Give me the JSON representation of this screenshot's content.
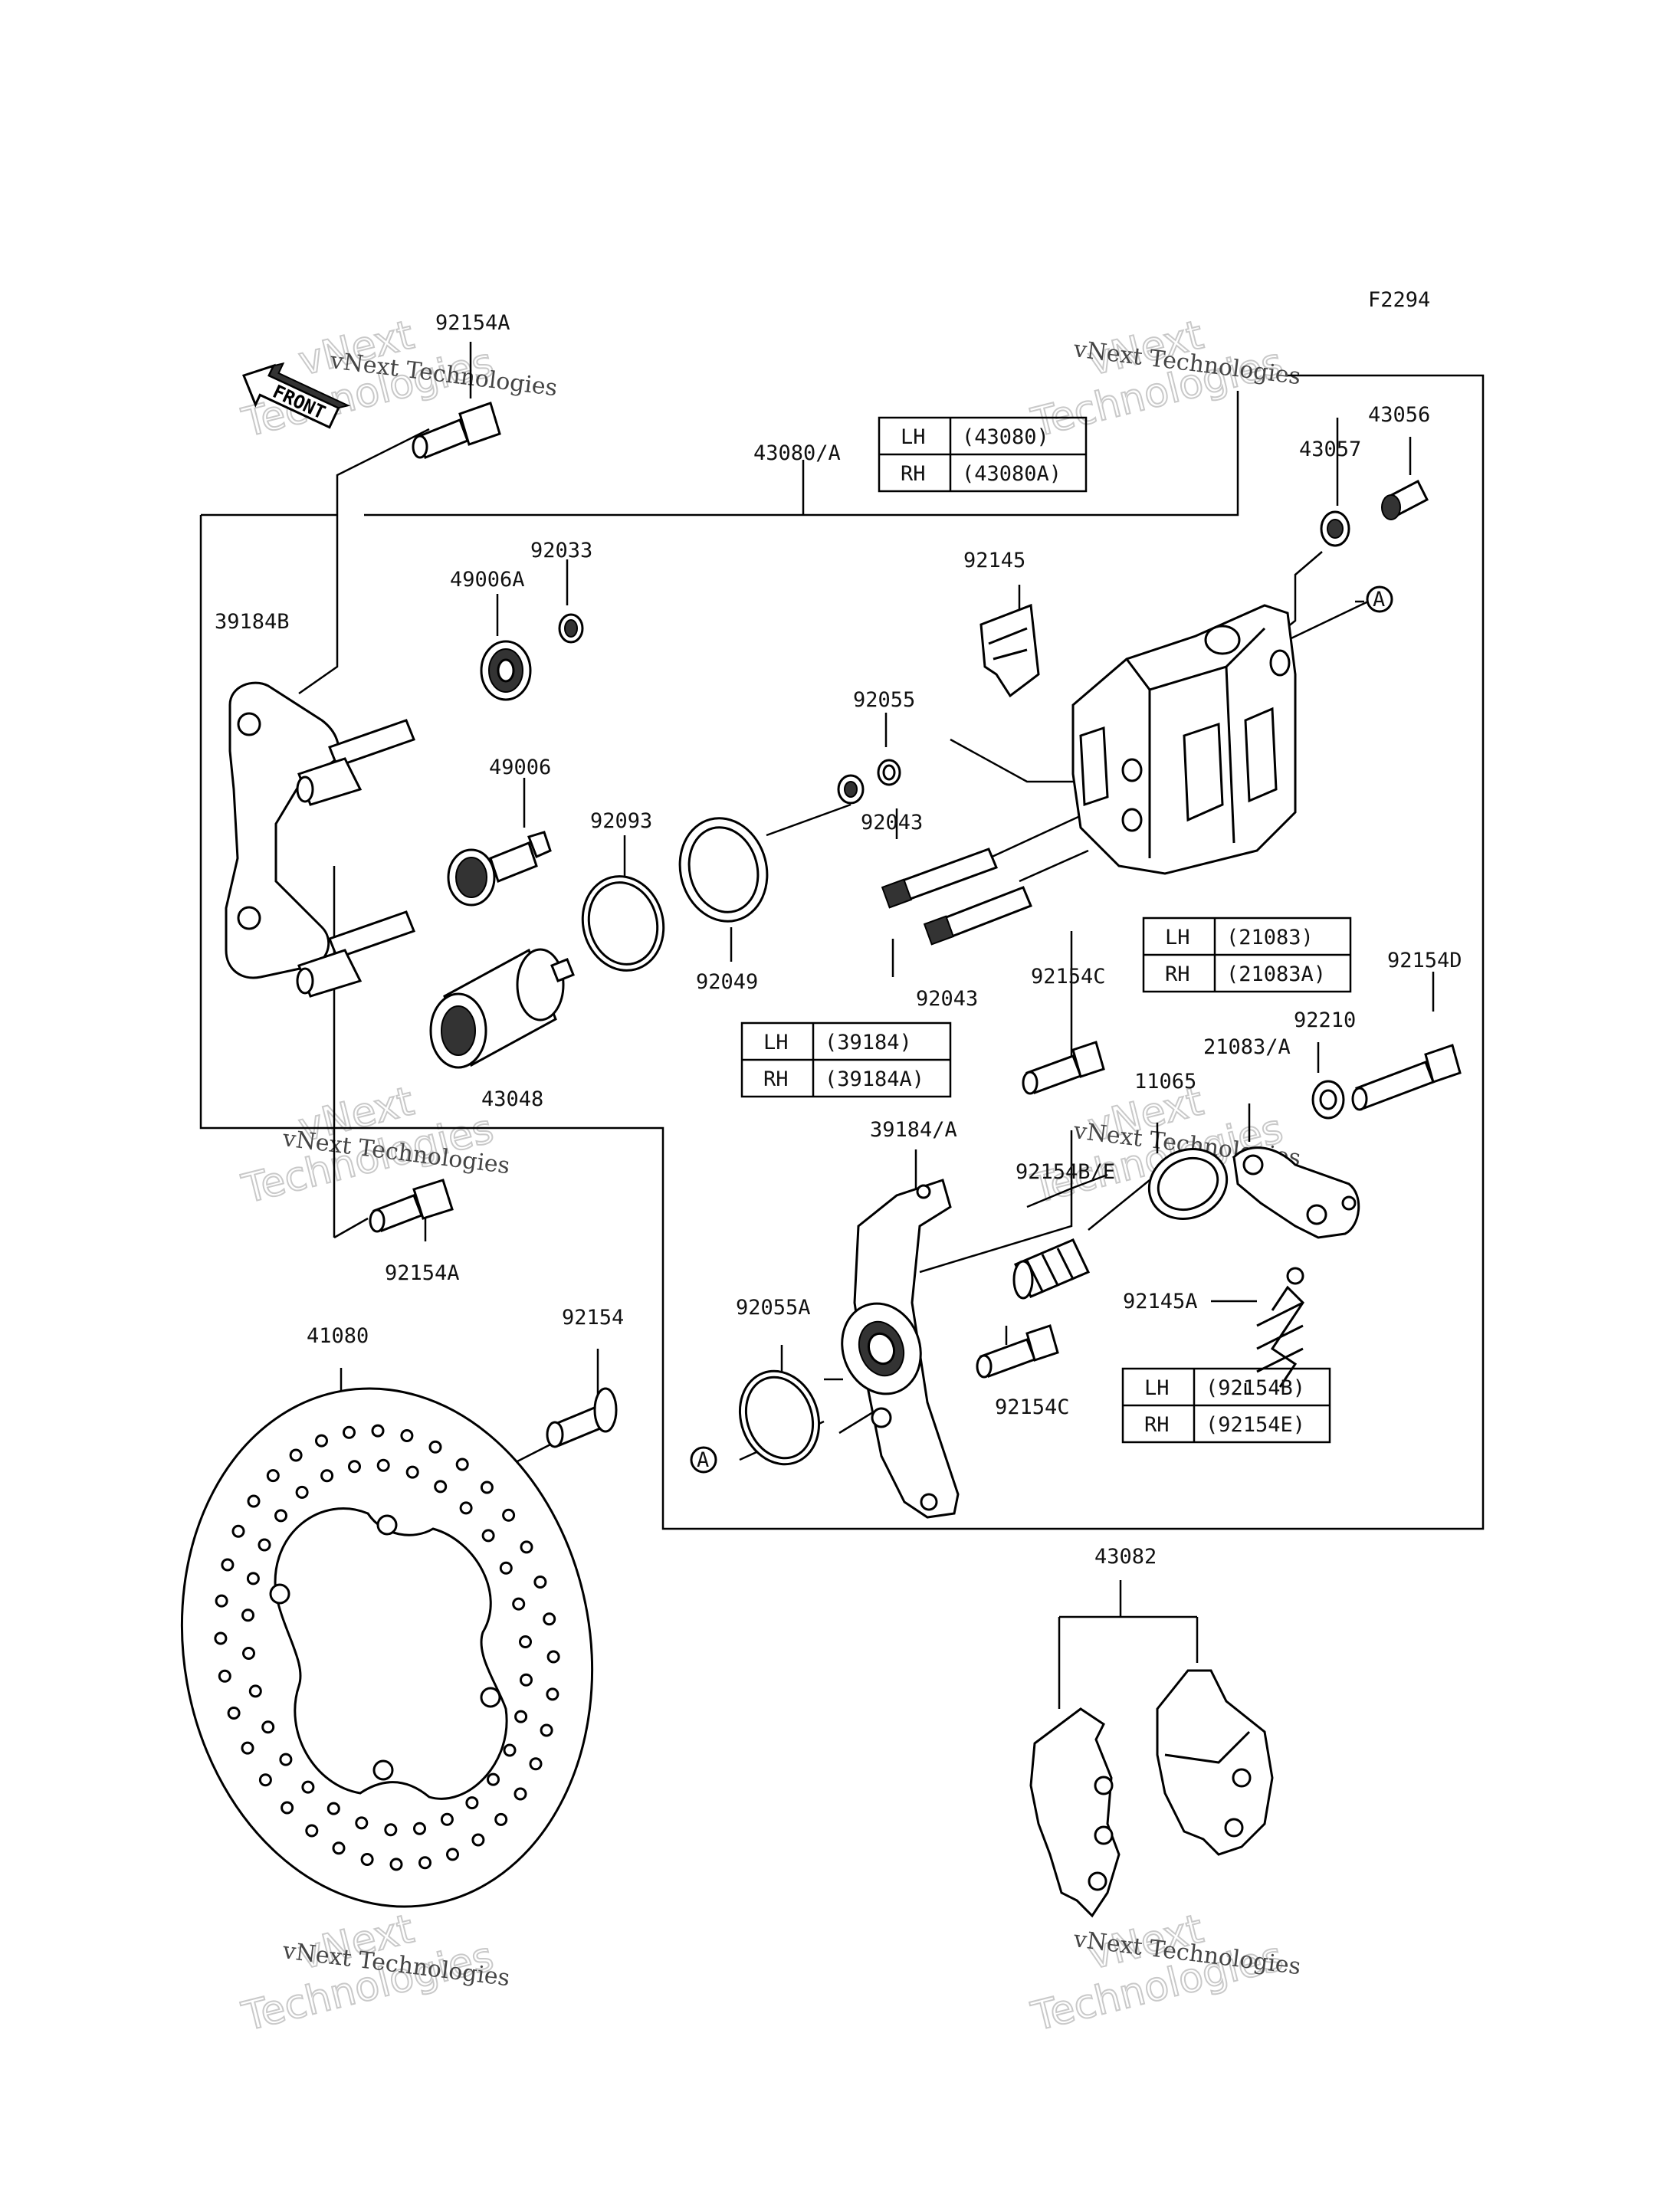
{
  "figure_code": "F2294",
  "front_arrow_text": "FRONT",
  "watermark": {
    "line1": "vNext",
    "line2": "Technologies",
    "caption": "vNext Technologies"
  },
  "callout_letter": "A",
  "labels": {
    "p92154A_top": "92154A",
    "p43080A": "43080/A",
    "p43056": "43056",
    "p43057": "43057",
    "p92033": "92033",
    "p49006A": "49006A",
    "p39184B": "39184B",
    "p92145": "92145",
    "p92055": "92055",
    "p49006": "49006",
    "p92093": "92093",
    "p92043_a": "92043",
    "p92049": "92049",
    "p92043_b": "92043",
    "p43048": "43048",
    "p92154C_a": "92154C",
    "p92154D": "92154D",
    "p92210": "92210",
    "p21083A": "21083/A",
    "p11065": "11065",
    "p39184A": "39184/A",
    "p92154BE": "92154B/E",
    "p92055A": "92055A",
    "p92145A": "92145A",
    "p92154C_b": "92154C",
    "p92154A_bot": "92154A",
    "p41080": "41080",
    "p92154": "92154",
    "p43082": "43082"
  },
  "tables": {
    "caliper": [
      {
        "side": "LH",
        "part": "(43080)"
      },
      {
        "side": "RH",
        "part": "(43080A)"
      }
    ],
    "plate": [
      {
        "side": "LH",
        "part": "(21083)"
      },
      {
        "side": "RH",
        "part": "(21083A)"
      }
    ],
    "holder": [
      {
        "side": "LH",
        "part": "(39184)"
      },
      {
        "side": "RH",
        "part": "(39184A)"
      }
    ],
    "bolt": [
      {
        "side": "LH",
        "part": "(92154B)"
      },
      {
        "side": "RH",
        "part": "(92154E)"
      }
    ]
  }
}
